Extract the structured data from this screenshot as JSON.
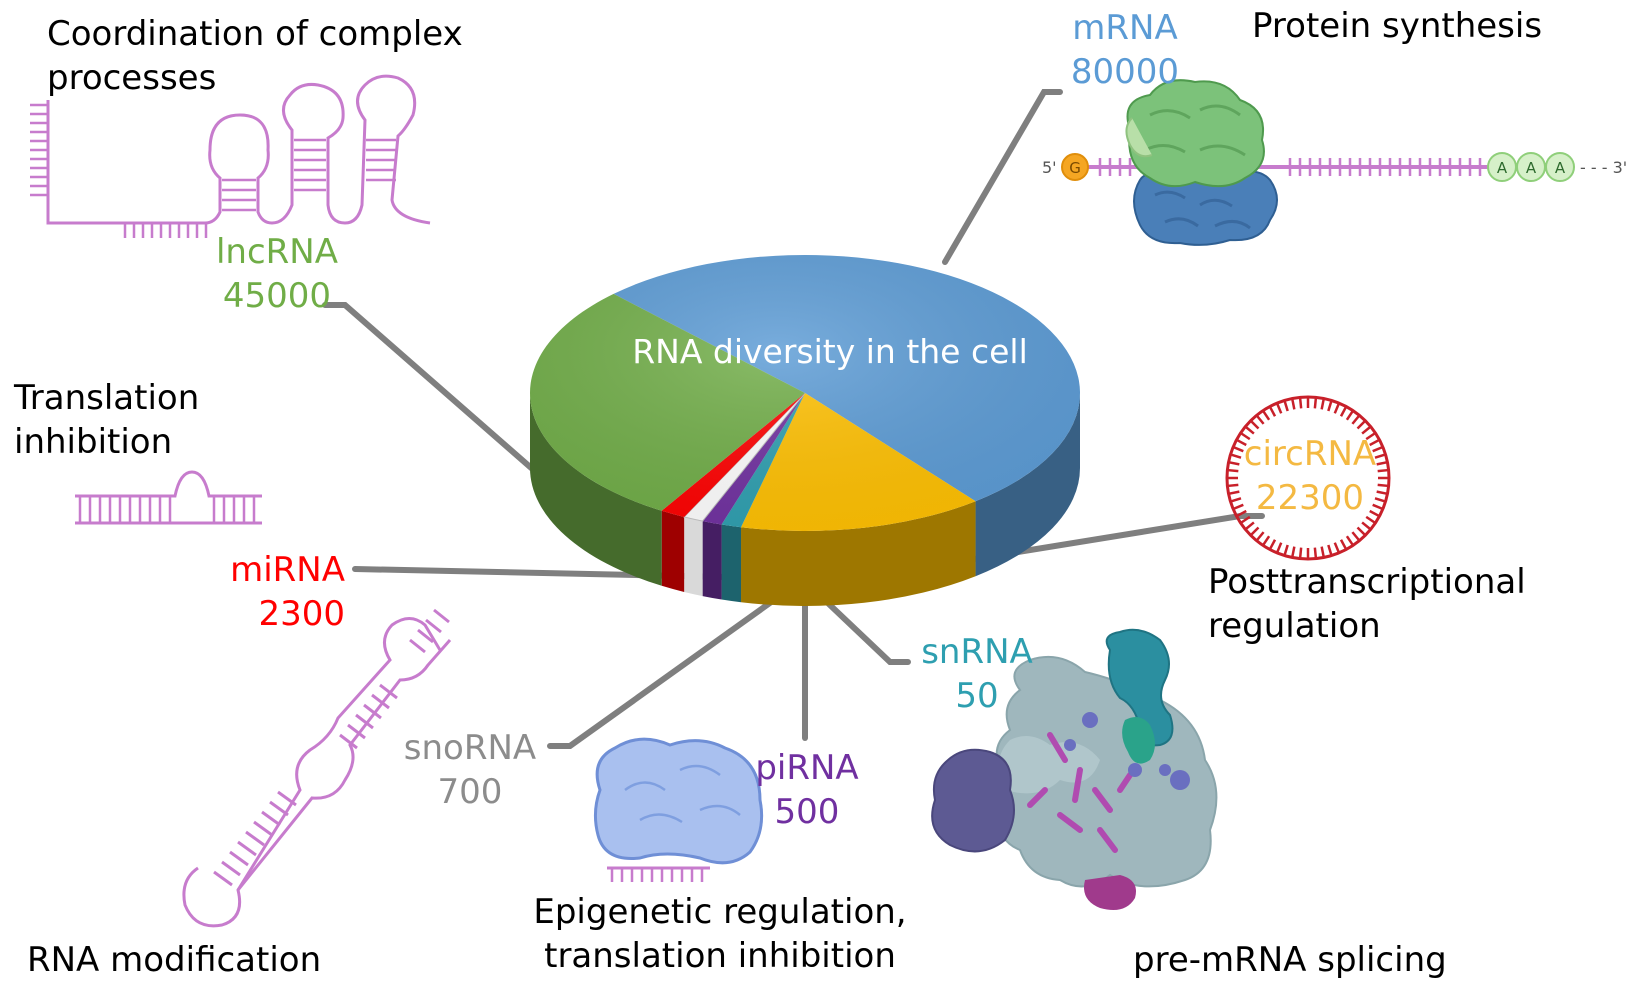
{
  "chart_data": {
    "type": "pie",
    "title": "RNA diversity in the cell",
    "categories": [
      "mRNA",
      "lncRNA",
      "circRNA",
      "miRNA",
      "snoRNA",
      "piRNA",
      "snRNA"
    ],
    "values": [
      80000,
      45000,
      22300,
      2300,
      700,
      500,
      50
    ],
    "labels": [
      {
        "name": "mRNA",
        "value": "80000",
        "color": "#5b9bd5"
      },
      {
        "name": "lncRNA",
        "value": "45000",
        "color": "#70ad47"
      },
      {
        "name": "circRNA",
        "value": "22300",
        "color": "#f4b942"
      },
      {
        "name": "miRNA",
        "value": "2300",
        "color": "#ff0000"
      },
      {
        "name": "snoRNA",
        "value": "700",
        "color": "#8c8c8c"
      },
      {
        "name": "piRNA",
        "value": "500",
        "color": "#7030a0"
      },
      {
        "name": "snRNA",
        "value": "50",
        "color": "#2e9fb0"
      }
    ],
    "functions": [
      "Protein synthesis",
      "Coordination of complex processes",
      "Posttranscriptional regulation",
      "Translation inhibition",
      "RNA modification",
      "Epigenetic regulation, translation inhibition",
      "pre-mRNA splicing"
    ],
    "legend": "none",
    "grid": false
  },
  "captions": {
    "protein_synthesis": "Protein synthesis",
    "coordination": "Coordination of complex processes",
    "posttranscriptional": "Posttranscriptional regulation",
    "translation_inhibition": "Translation inhibition",
    "rna_modification": "RNA modification",
    "epigenetic": "Epigenetic regulation, translation inhibition",
    "splicing": "pre-mRNA splicing"
  },
  "mrna_strand": {
    "five_prime": "5'",
    "cap": "G",
    "tail": [
      "A",
      "A",
      "A"
    ],
    "three_prime": "- - - 3'"
  },
  "colors": {
    "mrna": "#5b9bd5",
    "lncrna": "#70ad47",
    "circrna": "#ffc000",
    "circrna_text": "#f4b942",
    "mirna": "#ff0000",
    "snorna": "#8c8c8c",
    "pirna": "#7030a0",
    "snrna": "#2e9fb0",
    "illustration": "#c77ccd",
    "leader": "#7f7f7f"
  },
  "icons": [
    "hairpin-rna-icon",
    "mrna-ribosome-icon",
    "circular-rna-icon",
    "bulged-duplex-icon",
    "long-hairpin-rna-icon",
    "argonaute-protein-icon",
    "spliceosome-icon"
  ]
}
